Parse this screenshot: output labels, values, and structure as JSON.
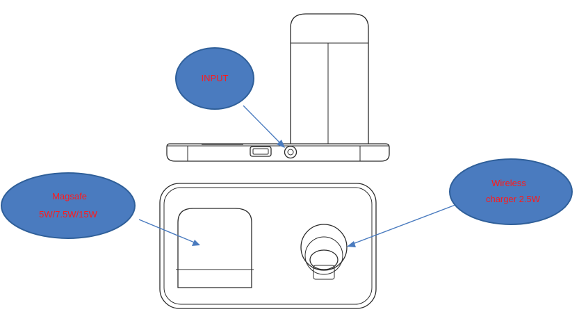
{
  "callouts": {
    "input": {
      "label": "INPUT"
    },
    "magsafe": {
      "line1": "Magsafe",
      "line2": "5W/7.5W/15W"
    },
    "wireless": {
      "line1": "Wireless",
      "line2": "charger 2.5W"
    }
  },
  "colors": {
    "bubble_fill": "#4a7bbf",
    "bubble_stroke": "#2f5f99",
    "label_text": "#ff1a1a",
    "outline": "#2b2b2b"
  }
}
